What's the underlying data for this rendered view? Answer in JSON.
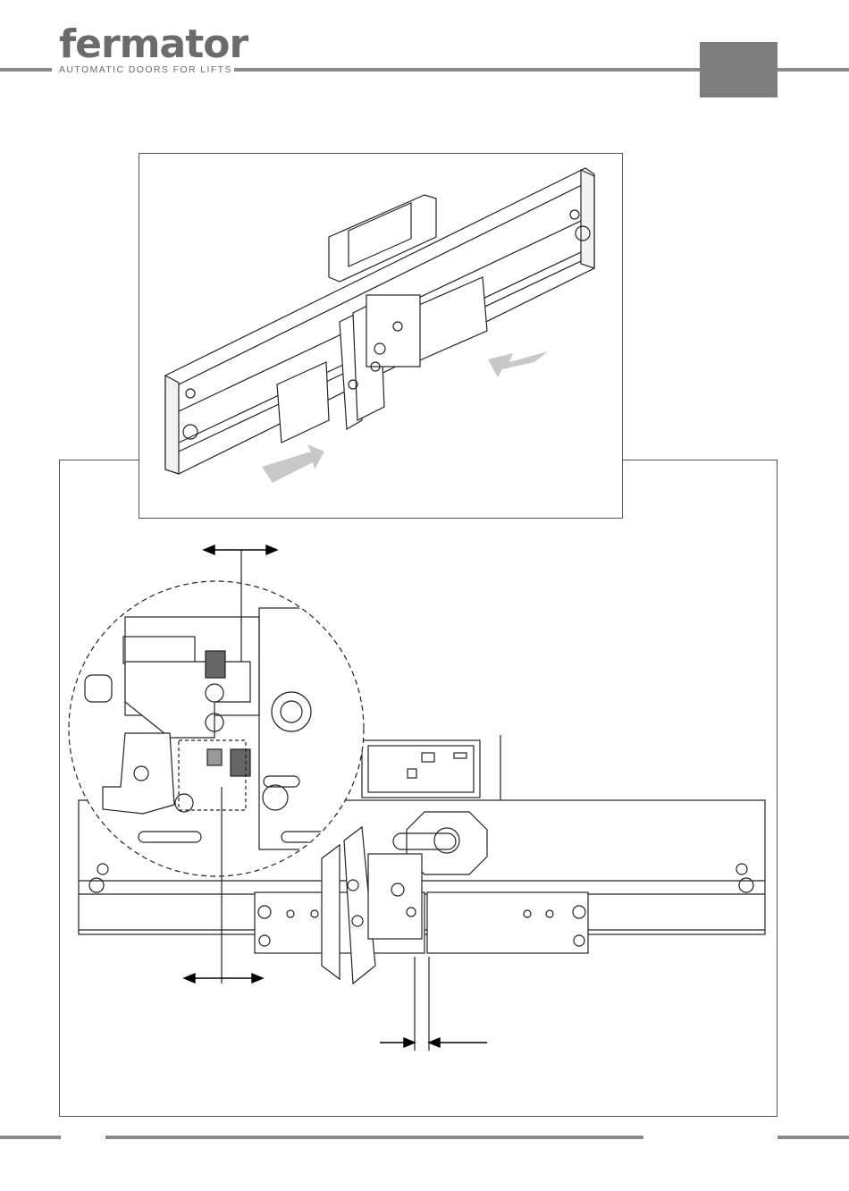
{
  "header": {
    "brand": "fermator",
    "tagline": "AUTOMATIC DOORS FOR LIFTS"
  },
  "colors": {
    "brand_gray": "#6b6b6b",
    "rule_gray": "#8a8a8a",
    "tab_gray": "#7d7d7d",
    "arrow_gray": "#c8c8c8"
  },
  "figures": {
    "top_illustration": "door-operator-isometric",
    "bottom_illustration": "door-operator-front-detail"
  }
}
